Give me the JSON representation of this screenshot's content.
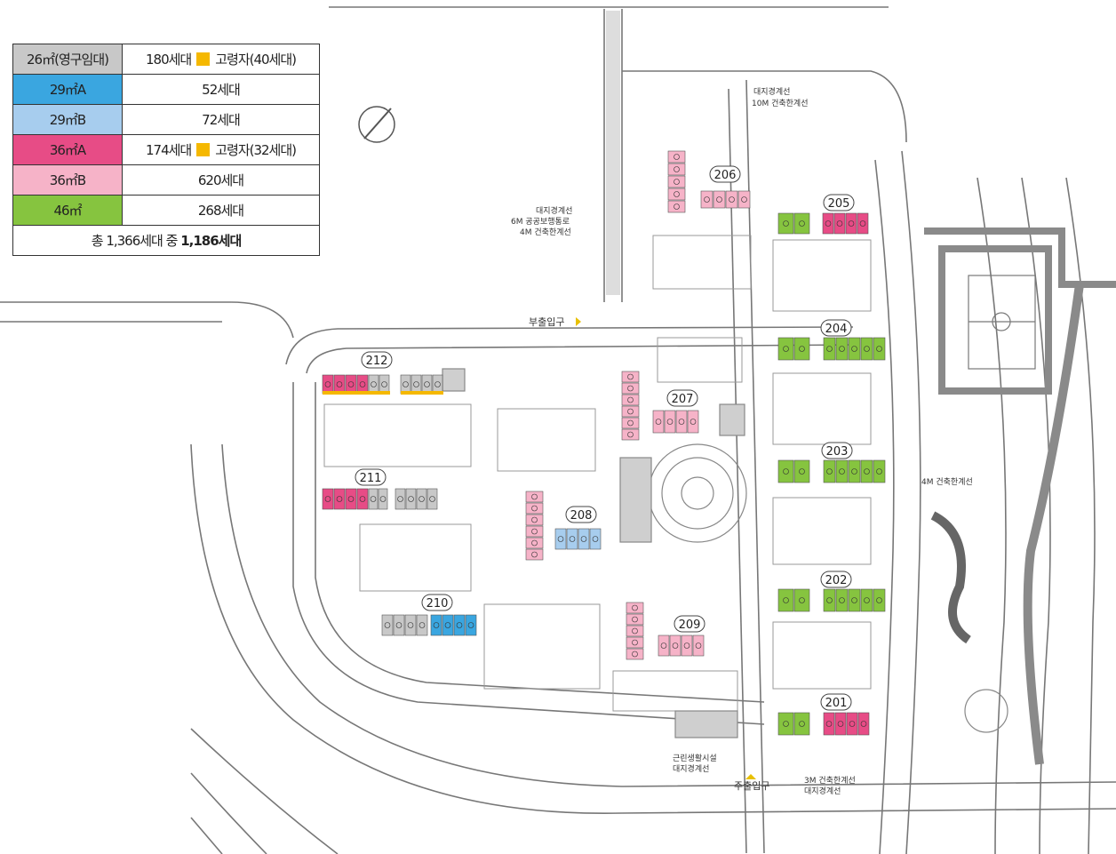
{
  "legend": {
    "rows": [
      {
        "type": "26㎡(영구임대)",
        "units": "180세대",
        "senior": "고령자(40세대)",
        "color": "#c8c8c8"
      },
      {
        "type": "29㎡A",
        "units": "52세대",
        "color": "#3aa6e0"
      },
      {
        "type": "29㎡B",
        "units": "72세대",
        "color": "#a7cdee"
      },
      {
        "type": "36㎡A",
        "units": "174세대",
        "senior": "고령자(32세대)",
        "color": "#e74c86"
      },
      {
        "type": "36㎡B",
        "units": "620세대",
        "color": "#f6b3c8"
      },
      {
        "type": "46㎡",
        "units": "268세대",
        "color": "#86c43f"
      }
    ],
    "total_prefix": "총 1,366세대 중 ",
    "total_bold": "1,186세대",
    "senior_color": "#f5b800"
  },
  "buildings": [
    {
      "id": "201"
    },
    {
      "id": "202"
    },
    {
      "id": "203"
    },
    {
      "id": "204"
    },
    {
      "id": "205"
    },
    {
      "id": "206"
    },
    {
      "id": "207"
    },
    {
      "id": "208"
    },
    {
      "id": "209"
    },
    {
      "id": "210"
    },
    {
      "id": "211"
    },
    {
      "id": "212"
    }
  ],
  "labels": {
    "sub_entrance": "부출입구",
    "main_entrance": "주출입구",
    "boundary_top": "대지경계선",
    "setback_10m": "10M 건축한계선",
    "boundary_left": "대지경계선",
    "walkway_6m": "6M 공공보행통로",
    "setback_4m_left": "4M 건축한계선",
    "setback_4m_right": "4M 건축한계선",
    "facility": "근린생활시설",
    "boundary_bottom": "대지경계선",
    "setback_3m": "3M 건축한계선",
    "boundary_bottom2": "대지경계선"
  }
}
